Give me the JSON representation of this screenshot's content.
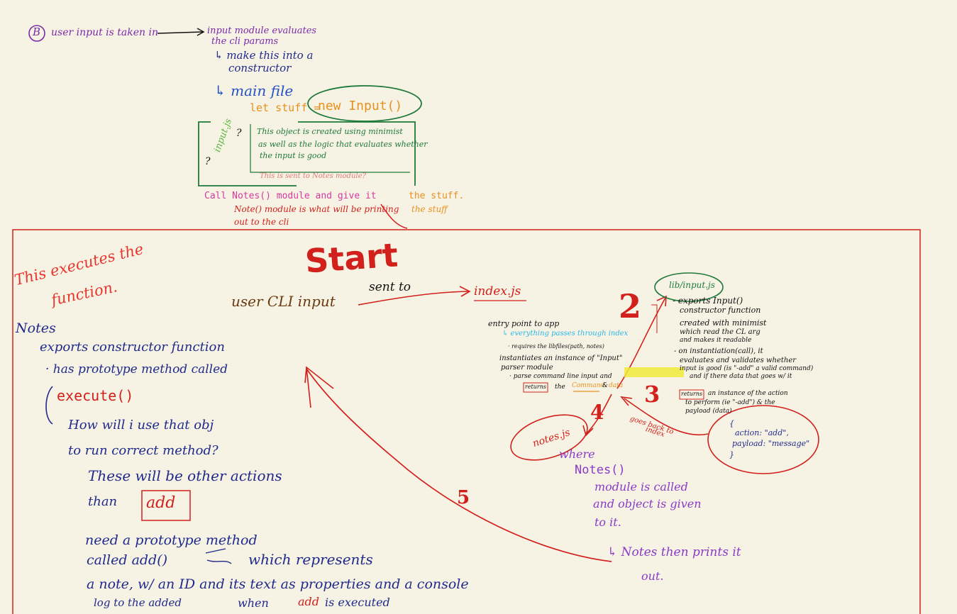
{
  "colors": {
    "paper": "#f7f3e4",
    "red": "#d2201c",
    "blue": "#1f2a8c",
    "purple": "#7a2aa8",
    "green": "#1e7a3a",
    "orange": "#e8901e",
    "brown": "#6b3a12",
    "pink": "#d63aa0",
    "highlight": "#f0ea3a",
    "cyan": "#28b6e8"
  },
  "top": {
    "circle_b": "B",
    "user_input": "user input is taken in",
    "input_module": "input module evaluates",
    "cli_params": "the cli params",
    "make_this": "↳ make this into a",
    "constructor": "constructor",
    "main_file": "↳ main file",
    "let_stuff": "let stuff =",
    "new_input": "new Input()",
    "box_label": "input.js",
    "box_q1": "?",
    "box_q2": "?",
    "box_line1": "This object is created using minimist",
    "box_line2": "as well as the logic that evaluates whether",
    "box_line3": "the input is good",
    "box_sent": "This is sent to Notes module?",
    "call_notes_a": "Call Notes() module and give it",
    "call_notes_b": "the stuff.",
    "note_module_a": "Note() module is what will be printing",
    "note_module_b": "the stuff",
    "out_cli": "out to the cli"
  },
  "frame": {
    "start": "Start",
    "executes_1": "This executes the",
    "executes_2": "function.",
    "user_cli": "user CLI input",
    "sent_to": "sent to",
    "index_js": "index.js",
    "num_2": "2",
    "num_3": "3",
    "num_4": "4",
    "num_5": "5",
    "entry_1": "entry point to app",
    "entry_2": "↳ everything passes through index",
    "entry_3": "· requires the libfiles(path, notes)",
    "entry_4": "instantiates an instance of \"Input\"",
    "entry_5": "parser module",
    "entry_6": "· parse command line input and",
    "entry_returns": "returns",
    "entry_the": "the",
    "entry_command": "Command",
    "entry_amp": "&",
    "entry_data": "data",
    "lib_input": "lib/input.js",
    "lib_1": "- exports Input()",
    "lib_2": "constructor function",
    "lib_3": "created with minimist",
    "lib_4": "which read the CL arg",
    "lib_5": "and makes it readable",
    "lib_6": "- on instantiation(call), it",
    "lib_7": "evaluates and validates whether",
    "lib_8": "input is good (is \"-add\" a valid command)",
    "lib_9": "and if there data that goes w/ it",
    "lib_10_returns": "returns",
    "lib_10": "an instance of the action",
    "lib_11": "to perform (ie \"-add\") & the",
    "lib_12": "payload (data)",
    "obj_1": "{",
    "obj_2": "action: \"add\",",
    "obj_3": "payload: \"message\"",
    "obj_4": "}",
    "goes_back": "goes back to",
    "goes_back_2": "index",
    "notes_js": "notes.js",
    "where": "where",
    "notes_fn": "Notes()",
    "module_called": "module is called",
    "object_given": "and object is given",
    "to_it": "to it.",
    "notes_prints": "↳ Notes then prints it",
    "out": "out.",
    "notes_head": "Notes",
    "exports_fn": "exports constructor function",
    "has_proto": "· has prototype method called",
    "execute": "execute()",
    "how_1": "How will i use that obj",
    "how_2": "to run correct method?",
    "these_1": "These will be other actions",
    "than": "than",
    "add": "add",
    "need_1": "need a prototype method",
    "need_2a": "called add()",
    "need_2b": "which represents",
    "need_3": "a note, w/ an ID and its text as properties and a console",
    "need_4a": "log to the added",
    "need_4b": "when",
    "need_4c": "add",
    "need_4d": "is executed"
  }
}
